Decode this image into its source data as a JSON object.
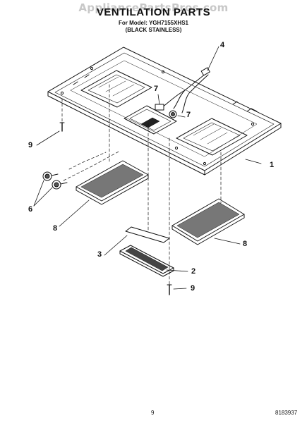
{
  "watermark": "AppliancePartsPros.com",
  "header": {
    "title": "VENTILATION PARTS",
    "model_line": "For Model: YGH7155XHS1",
    "color_line": "(BLACK STAINLESS)"
  },
  "callouts": {
    "c1": "1",
    "c2": "2",
    "c3": "3",
    "c4": "4",
    "c6": "6",
    "c7a": "7",
    "c7b": "7",
    "c8a": "8",
    "c8b": "8",
    "c9a": "9",
    "c9b": "9"
  },
  "footer": {
    "page": "9",
    "doc_number": "8183937"
  }
}
